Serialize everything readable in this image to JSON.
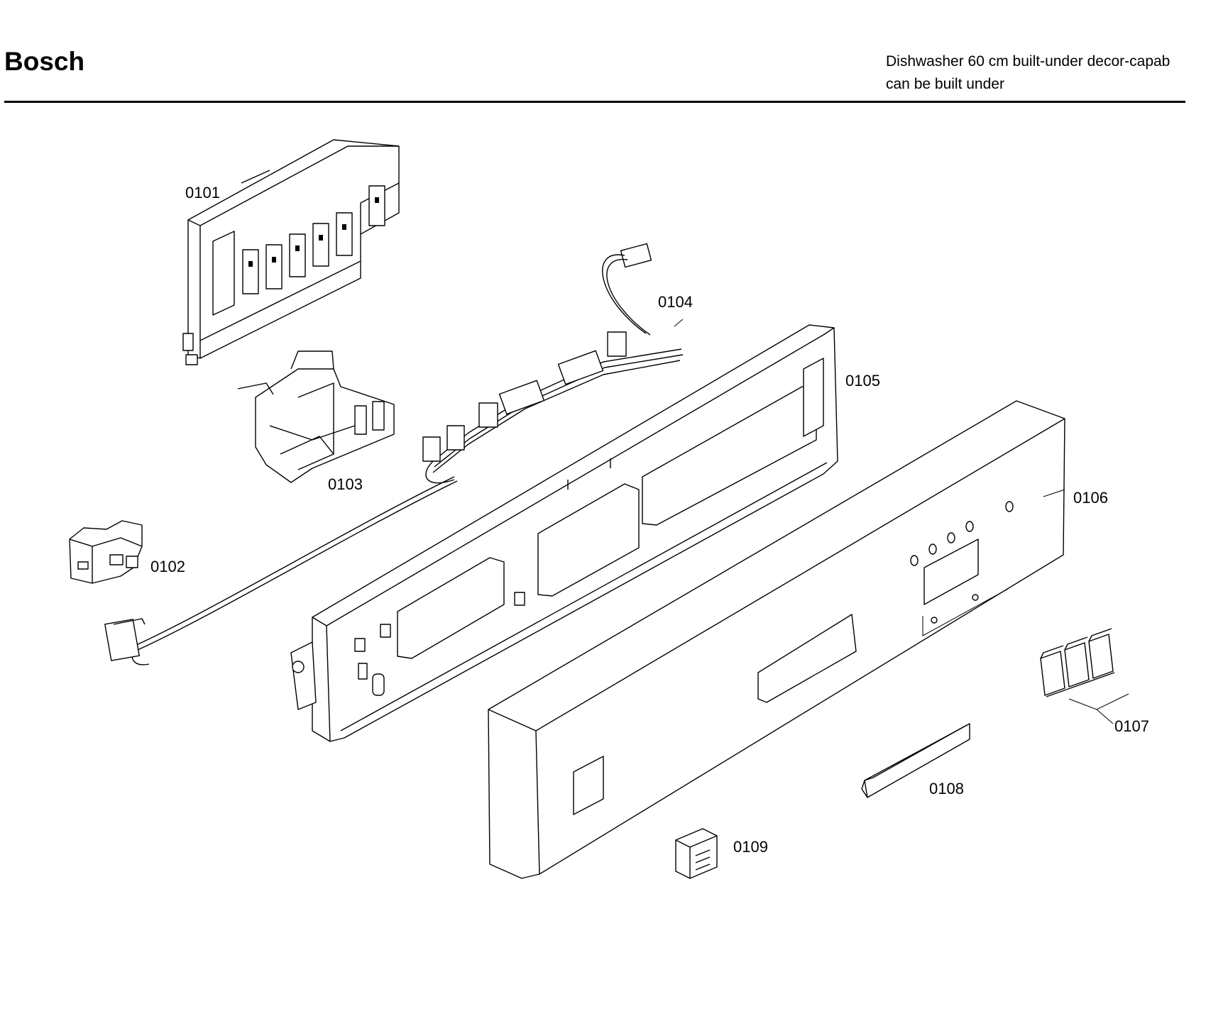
{
  "header": {
    "brand": "Bosch",
    "title_line1": "Dishwasher 60 cm built-under decor-capab",
    "title_line2": "can be built under"
  },
  "parts": [
    {
      "id": "0101"
    },
    {
      "id": "0102"
    },
    {
      "id": "0103"
    },
    {
      "id": "0104"
    },
    {
      "id": "0105"
    },
    {
      "id": "0106"
    },
    {
      "id": "0107"
    },
    {
      "id": "0108"
    },
    {
      "id": "0109"
    }
  ]
}
